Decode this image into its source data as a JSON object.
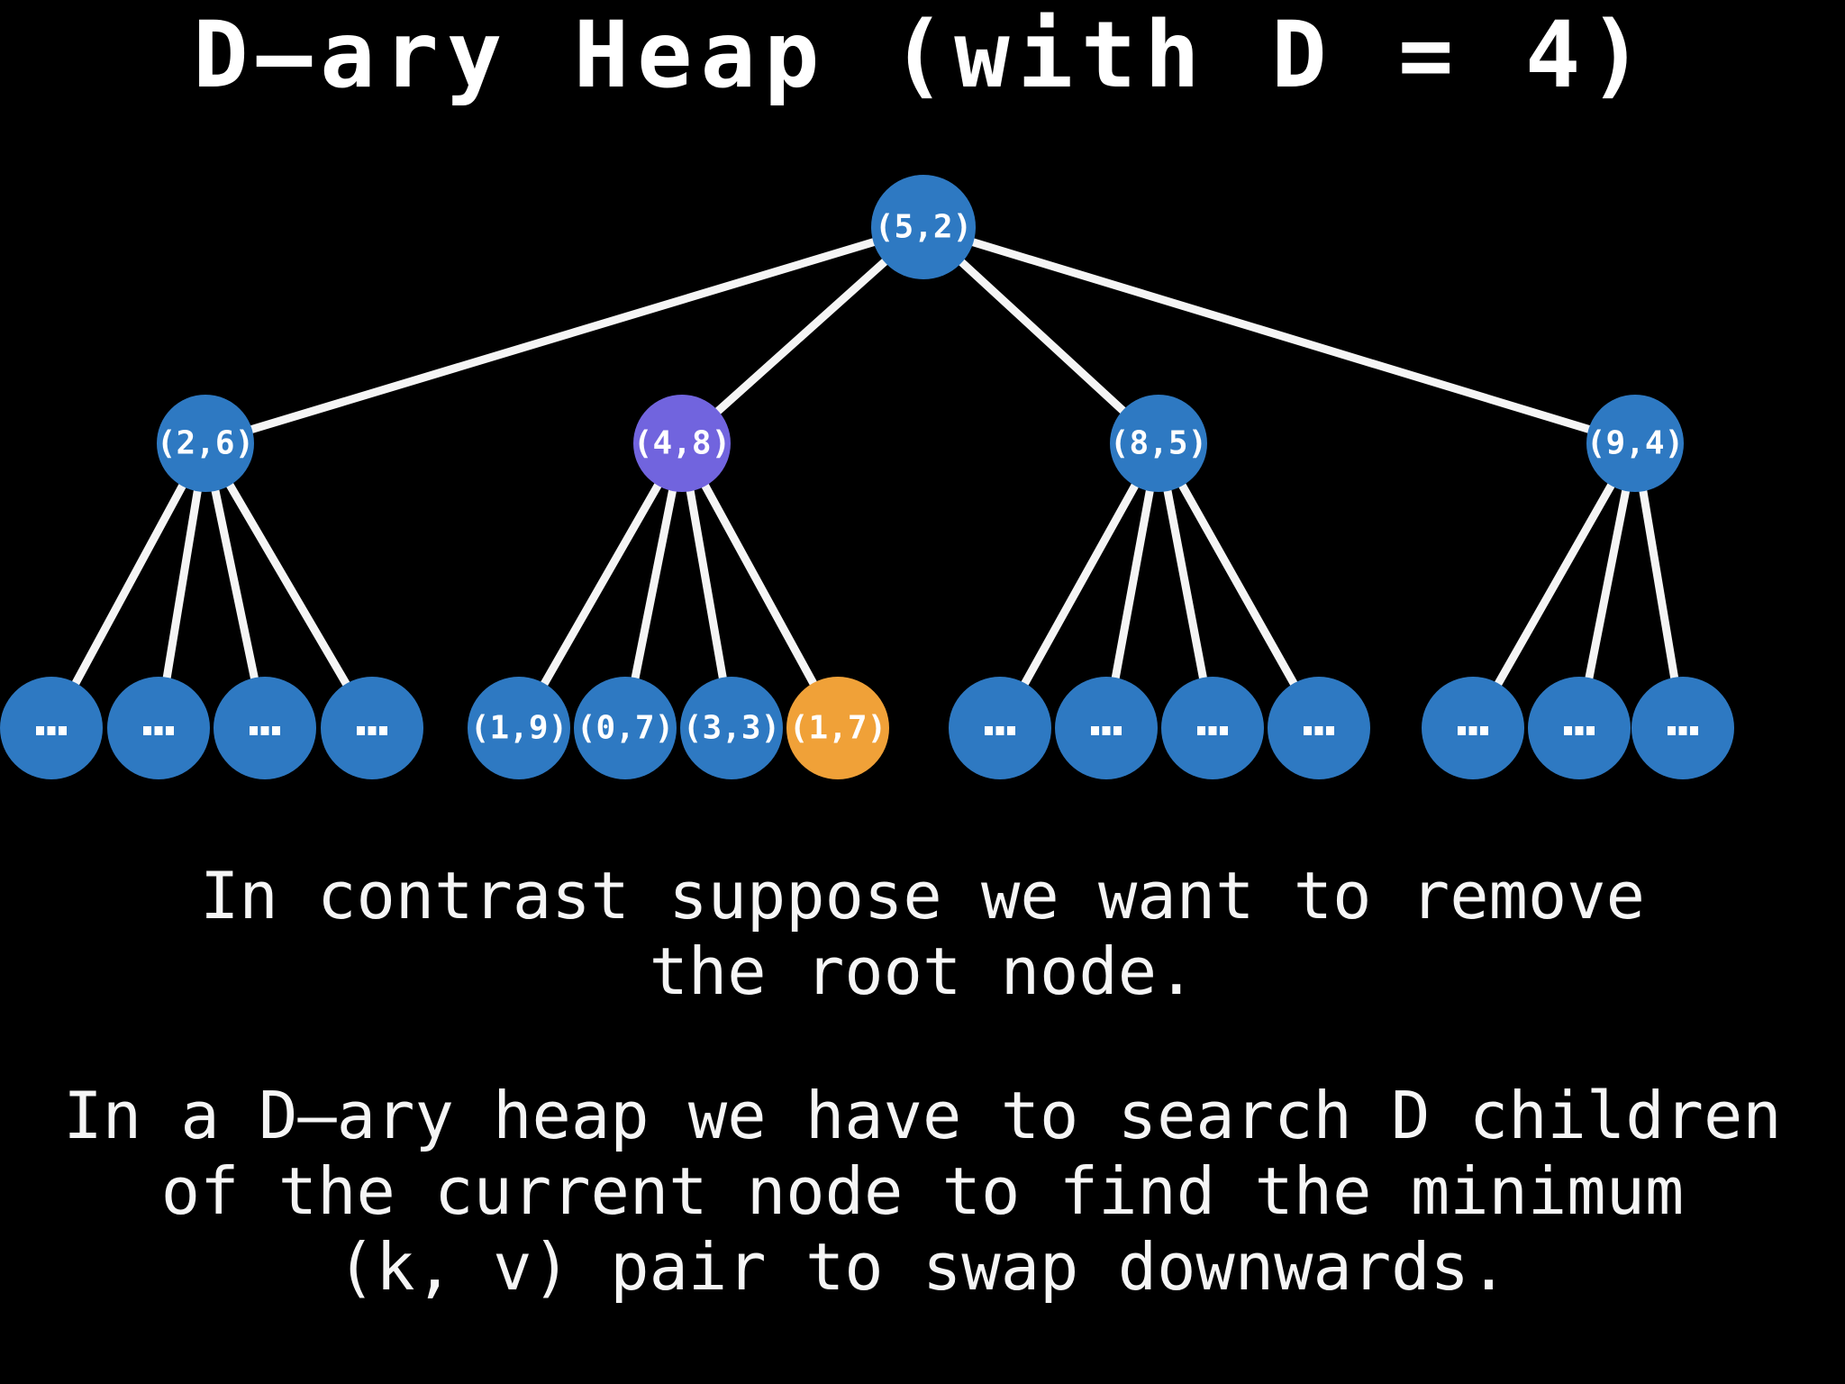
{
  "title": "D–ary Heap (with D = 4)",
  "colors": {
    "background": "#000000",
    "node_blue": "#2e79c2",
    "node_purple": "#7164de",
    "node_orange": "#f0a138",
    "edge": "#f5f5f5",
    "text": "#ffffff"
  },
  "tree": {
    "nodes": [
      {
        "id": "root",
        "label": "(5,2)",
        "color": "blue",
        "parent": null
      },
      {
        "id": "n1",
        "label": "(2,6)",
        "color": "blue",
        "parent": "root"
      },
      {
        "id": "n2",
        "label": "(4,8)",
        "color": "purple",
        "parent": "root"
      },
      {
        "id": "n3",
        "label": "(8,5)",
        "color": "blue",
        "parent": "root"
      },
      {
        "id": "n4",
        "label": "(9,4)",
        "color": "blue",
        "parent": "root"
      },
      {
        "id": "n1c1",
        "label": "...",
        "color": "blue",
        "parent": "n1"
      },
      {
        "id": "n1c2",
        "label": "...",
        "color": "blue",
        "parent": "n1"
      },
      {
        "id": "n1c3",
        "label": "...",
        "color": "blue",
        "parent": "n1"
      },
      {
        "id": "n1c4",
        "label": "...",
        "color": "blue",
        "parent": "n1"
      },
      {
        "id": "n2c1",
        "label": "(1,9)",
        "color": "blue",
        "parent": "n2"
      },
      {
        "id": "n2c2",
        "label": "(0,7)",
        "color": "blue",
        "parent": "n2"
      },
      {
        "id": "n2c3",
        "label": "(3,3)",
        "color": "blue",
        "parent": "n2"
      },
      {
        "id": "n2c4",
        "label": "(1,7)",
        "color": "orange",
        "parent": "n2"
      },
      {
        "id": "n3c1",
        "label": "...",
        "color": "blue",
        "parent": "n3"
      },
      {
        "id": "n3c2",
        "label": "...",
        "color": "blue",
        "parent": "n3"
      },
      {
        "id": "n3c3",
        "label": "...",
        "color": "blue",
        "parent": "n3"
      },
      {
        "id": "n3c4",
        "label": "...",
        "color": "blue",
        "parent": "n3"
      },
      {
        "id": "n4c1",
        "label": "...",
        "color": "blue",
        "parent": "n4"
      },
      {
        "id": "n4c2",
        "label": "...",
        "color": "blue",
        "parent": "n4"
      },
      {
        "id": "n4c3",
        "label": "...",
        "color": "blue",
        "parent": "n4"
      }
    ]
  },
  "paragraphs": [
    {
      "lines": [
        "In contrast suppose we want to remove",
        "the root node."
      ]
    },
    {
      "lines": [
        "In a D–ary heap we have to search D children",
        "of the current node to find the minimum",
        "(k, v) pair to swap downwards."
      ]
    }
  ]
}
